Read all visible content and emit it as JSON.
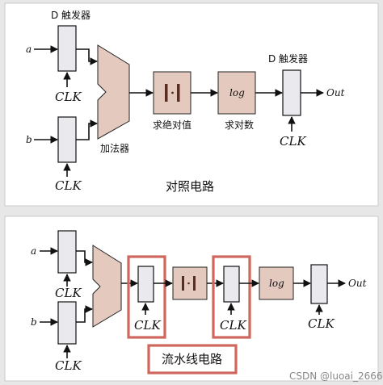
{
  "top": {
    "dff_label_left": "D 触发器",
    "dff_label_right": "D 触发器",
    "input_a": "a",
    "input_b": "b",
    "clk": "CLK",
    "adder_label": "加法器",
    "abs_label": "求绝对值",
    "log_label": "求对数",
    "abs_symbol": "| · |",
    "log_symbol": "log",
    "output": "Out",
    "title": "对照电路"
  },
  "bottom": {
    "input_a": "a",
    "input_b": "b",
    "clk": "CLK",
    "abs_symbol": "| · |",
    "log_symbol": "log",
    "output": "Out",
    "title": "流水线电路"
  },
  "watermark": "CSDN @luoai_2666",
  "colors": {
    "box_fill": "#e4c9bf",
    "register_fill": "#e9e9ee",
    "highlight": "#d0675e"
  }
}
